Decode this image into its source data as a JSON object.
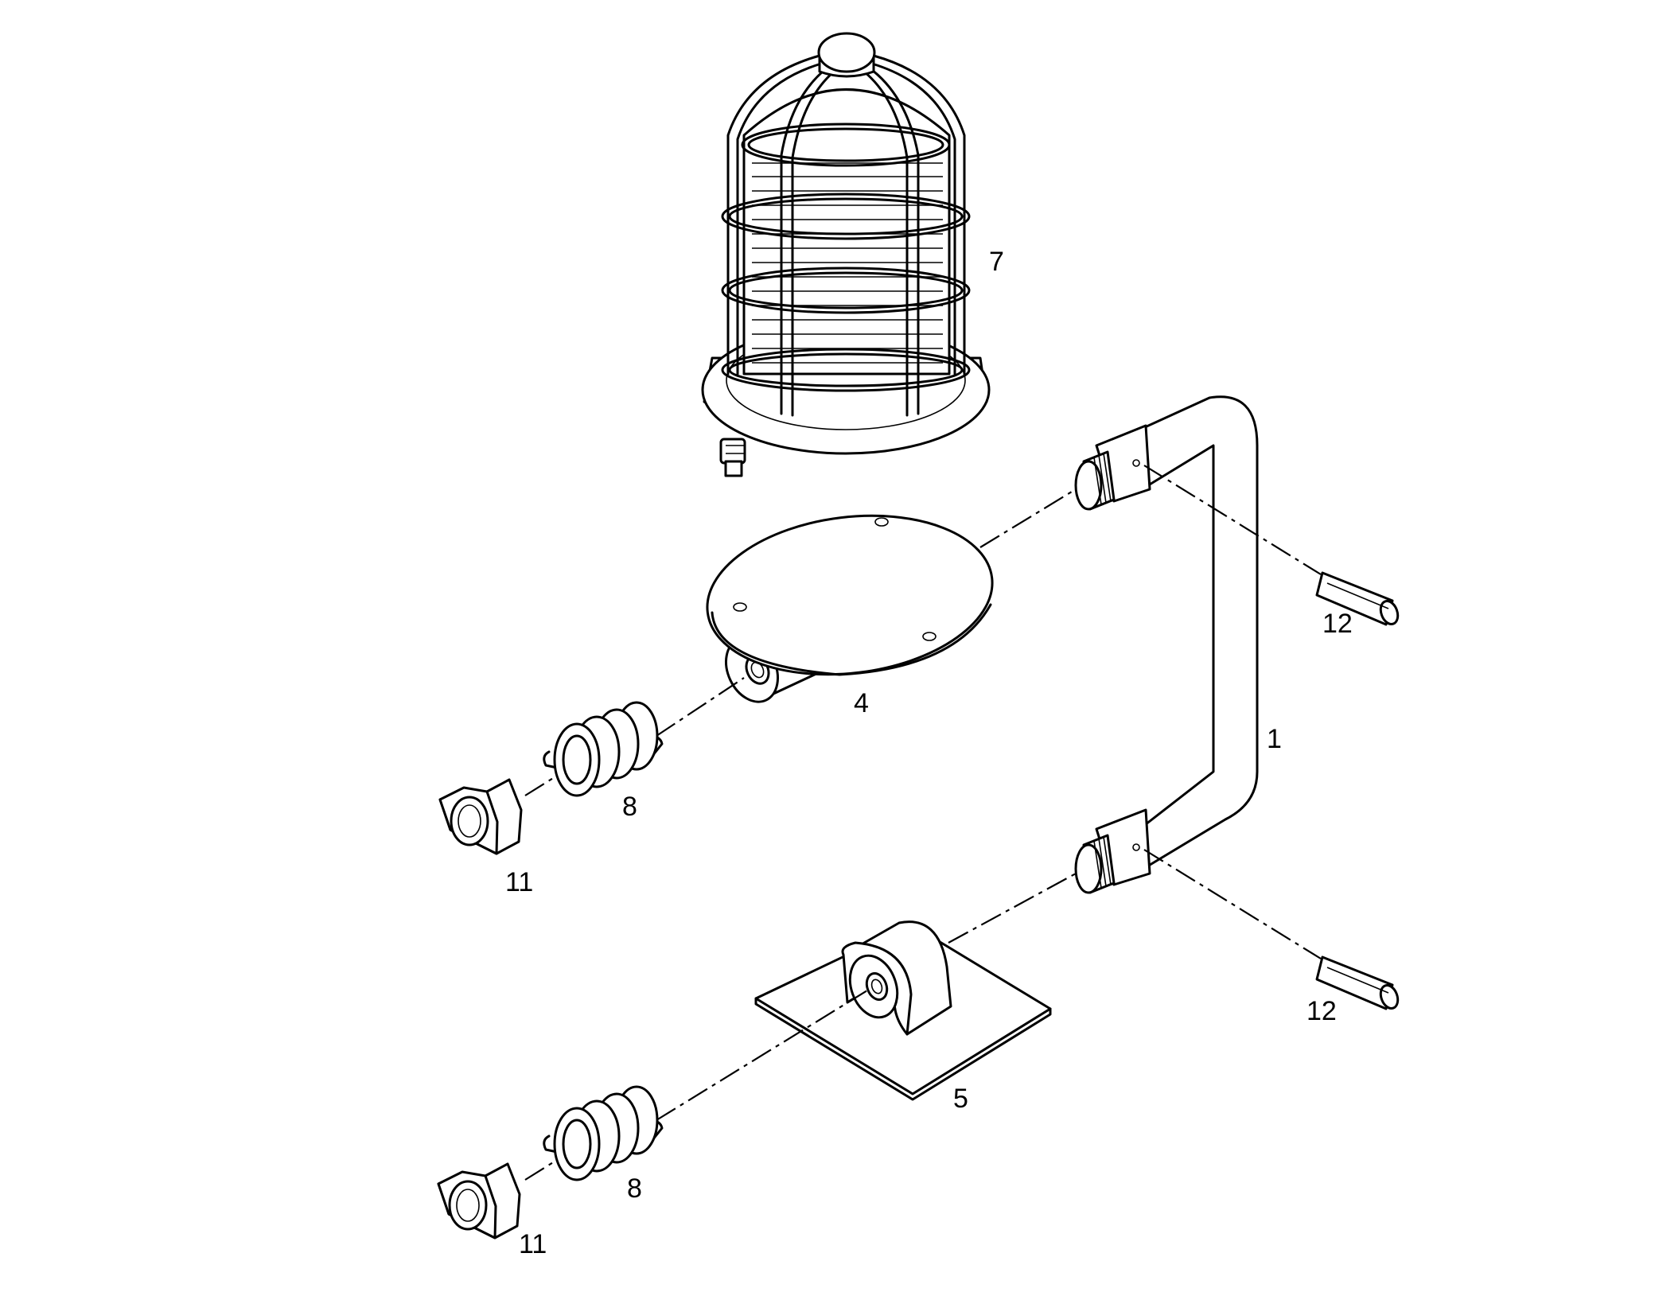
{
  "callouts": {
    "c1": "1",
    "c4": "4",
    "c5": "5",
    "c7": "7",
    "c8a": "8",
    "c8b": "8",
    "c11a": "11",
    "c11b": "11",
    "c12a": "12",
    "c12b": "12"
  }
}
